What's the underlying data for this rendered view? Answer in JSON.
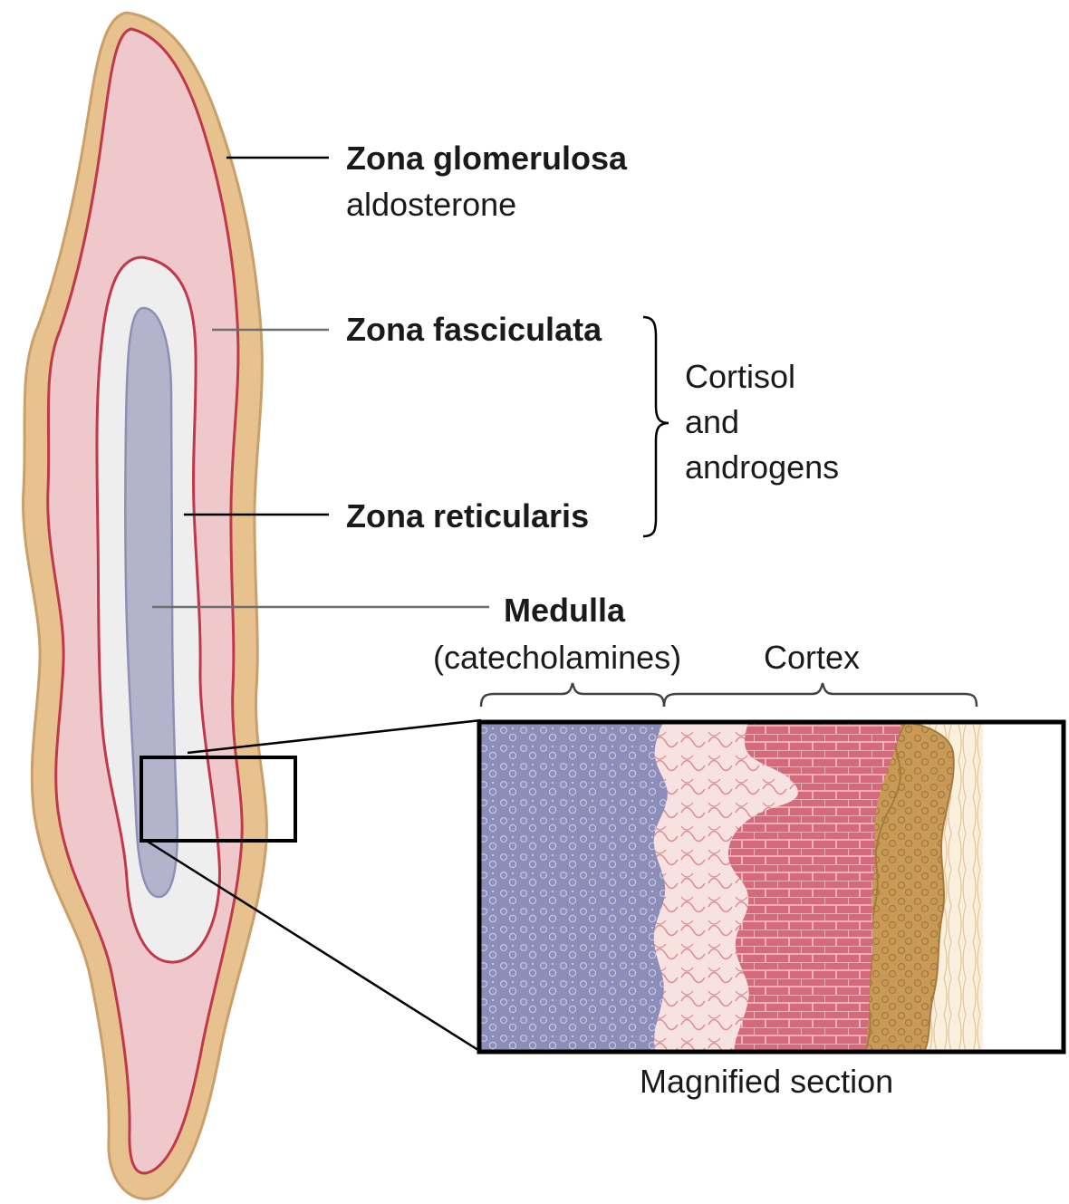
{
  "labels": {
    "zona_glomerulosa": "Zona glomerulosa",
    "aldosterone": "aldosterone",
    "zona_fasciculata": "Zona fasciculata",
    "zona_reticularis": "Zona reticularis",
    "cortisol": "Cortisol",
    "and": "and",
    "androgens": "androgens",
    "medulla": "Medulla",
    "catecholamines": "(catecholamines)",
    "cortex": "Cortex",
    "magnified_section": "Magnified section"
  },
  "colors": {
    "capsule": "#e8c28e",
    "capsule_edge": "#c9a06a",
    "cortex_pink": "#efc8cc",
    "zone_line": "#c0394a",
    "reticularis": "#eeeeee",
    "medulla": "#b3b4cc",
    "medulla_edge": "#8d8fb6",
    "mag_medulla": "#8c8db8",
    "mag_reticularis": "#f4d8d6",
    "mag_fasciculata": "#cc5a6c",
    "mag_glomerulosa": "#c99c55",
    "mag_capsule": "#f5e3c6"
  }
}
